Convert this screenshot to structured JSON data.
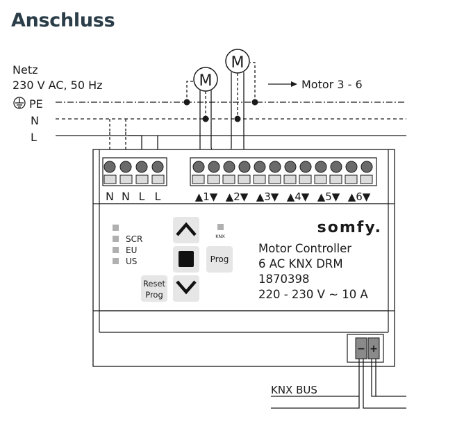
{
  "title": "Anschluss",
  "supply": {
    "label": "Netz",
    "spec": "230 V AC, 50 Hz"
  },
  "lines": {
    "pe": "PE",
    "n": "N",
    "l": "L"
  },
  "motor_symbol": "M",
  "motor_arrow_label": "Motor 3 - 6",
  "terminals_left": [
    "N",
    "N",
    "L",
    "L"
  ],
  "terminals_right": [
    "▲1▼",
    "▲2▼",
    "▲3▼",
    "▲4▼",
    "▲5▼",
    "▲6▼"
  ],
  "status_leds": [
    "SCR",
    "EU",
    "US"
  ],
  "buttons": {
    "up": "up-arrow",
    "stop": "stop",
    "down": "down-arrow",
    "reset_prog": [
      "Reset",
      "Prog"
    ],
    "prog": "Prog"
  },
  "knx_logo_text": "KNX",
  "brand": "somfy.",
  "product": {
    "line1": "Motor Controller",
    "line2": "6 AC KNX DRM",
    "line3": "1870398",
    "line4": "220 - 230 V ~ 10 A"
  },
  "knx_bus": {
    "label": "KNX BUS",
    "minus": "−",
    "plus": "+"
  },
  "icons": {
    "ground": "ground-icon"
  },
  "colors": {
    "title": "#2a3d48",
    "terminal": "#555555",
    "button_bg": "#e6e6e6",
    "led": "#b0b0b0"
  }
}
